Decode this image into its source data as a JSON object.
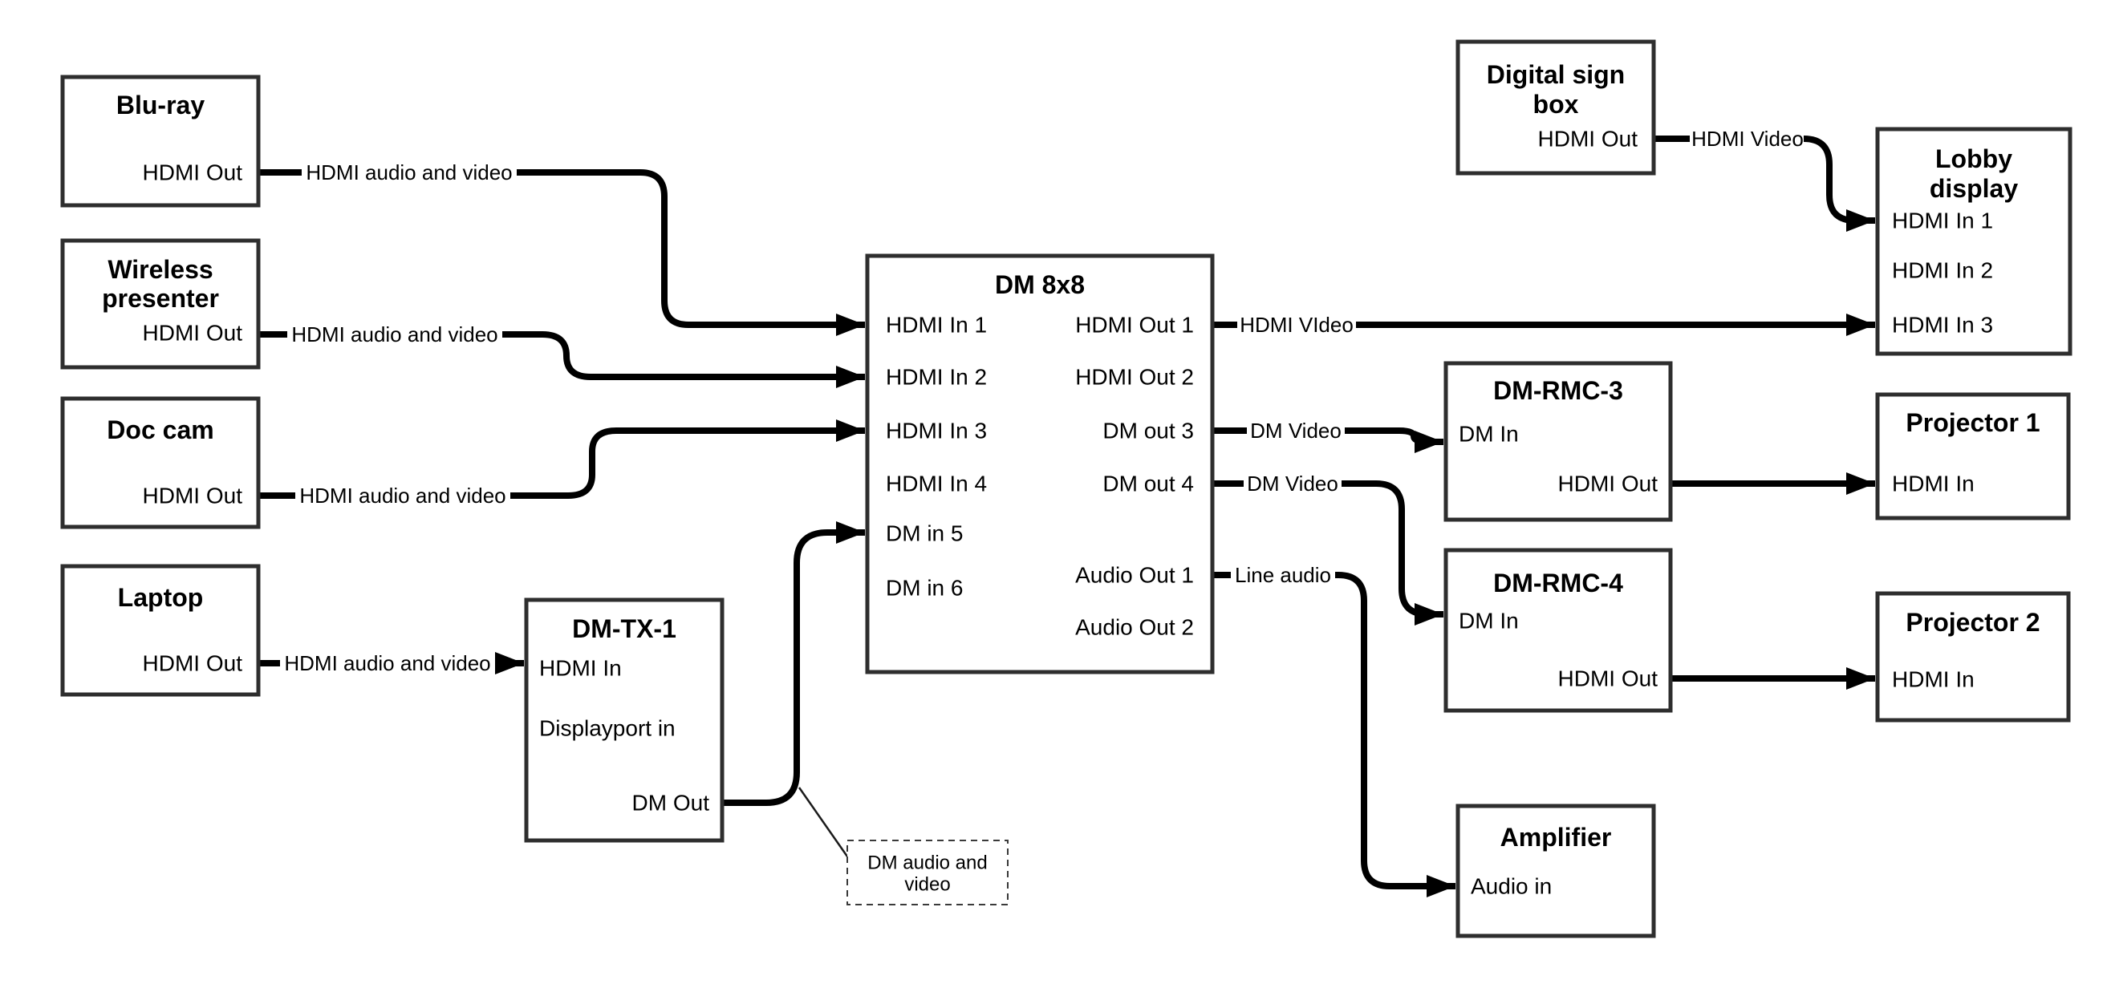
{
  "colors": {
    "background": "#ffffff",
    "box_border": "#2e2e2e",
    "line": "#000000",
    "text": "#000000"
  },
  "nodes": {
    "bluray": {
      "title": "Blu-ray",
      "port_hdmi_out": "HDMI Out"
    },
    "wireless": {
      "title_line1": "Wireless",
      "title_line2": "presenter",
      "port_hdmi_out": "HDMI Out"
    },
    "doccam": {
      "title": "Doc cam",
      "port_hdmi_out": "HDMI Out"
    },
    "laptop": {
      "title": "Laptop",
      "port_hdmi_out": "HDMI Out"
    },
    "dmtx1": {
      "title": "DM-TX-1",
      "port_hdmi_in": "HDMI In",
      "port_displayport_in": "Displayport in",
      "port_dm_out": "DM Out"
    },
    "dm8x8": {
      "title": "DM 8x8",
      "port_hdmi_in_1": "HDMI In 1",
      "port_hdmi_in_2": "HDMI In 2",
      "port_hdmi_in_3": "HDMI In 3",
      "port_hdmi_in_4": "HDMI In 4",
      "port_dm_in_5": "DM in 5",
      "port_dm_in_6": "DM in 6",
      "port_hdmi_out_1": "HDMI Out 1",
      "port_hdmi_out_2": "HDMI Out 2",
      "port_dm_out_3": "DM out 3",
      "port_dm_out_4": "DM out 4",
      "port_audio_out_1": "Audio Out 1",
      "port_audio_out_2": "Audio Out 2"
    },
    "digital_sign": {
      "title_line1": "Digital sign",
      "title_line2": "box",
      "port_hdmi_out": "HDMI Out"
    },
    "lobby": {
      "title_line1": "Lobby",
      "title_line2": "display",
      "port_hdmi_in_1": "HDMI In 1",
      "port_hdmi_in_2": "HDMI In 2",
      "port_hdmi_in_3": "HDMI In 3"
    },
    "dmrmc3": {
      "title": "DM-RMC-3",
      "port_dm_in": "DM In",
      "port_hdmi_out": "HDMI Out"
    },
    "proj1": {
      "title": "Projector 1",
      "port_hdmi_in": "HDMI In"
    },
    "dmrmc4": {
      "title": "DM-RMC-4",
      "port_dm_in": "DM In",
      "port_hdmi_out": "HDMI Out"
    },
    "proj2": {
      "title": "Projector 2",
      "port_hdmi_in": "HDMI In"
    },
    "amplifier": {
      "title": "Amplifier",
      "port_audio_in": "Audio in"
    }
  },
  "edges": {
    "bluray_hdmi": "HDMI audio and video",
    "wireless_hdmi": "HDMI audio and video",
    "doccam_hdmi": "HDMI audio and video",
    "laptop_hdmi": "HDMI audio and video",
    "out1_video": "HDMI VIdeo",
    "out3_video": "DM Video",
    "out4_video": "DM Video",
    "audio1_line": "Line audio",
    "sign_video": "HDMI Video"
  },
  "callout": {
    "line1": "DM audio and",
    "line2": "video"
  }
}
